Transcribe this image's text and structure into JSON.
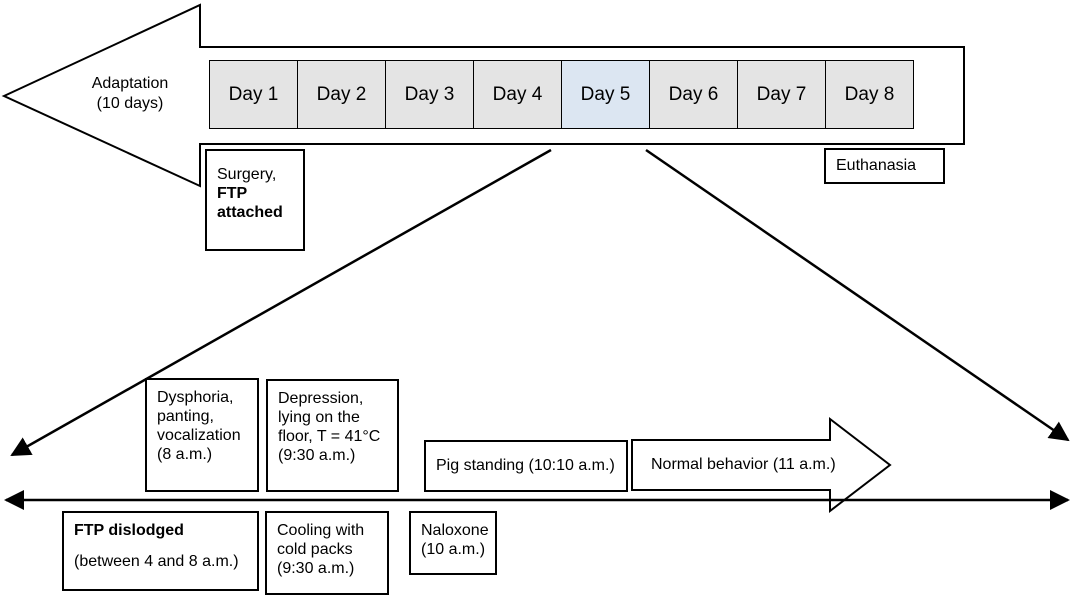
{
  "adaptation": {
    "line1": "Adaptation",
    "line2": "(10 days)"
  },
  "days": [
    {
      "label": "Day 1"
    },
    {
      "label": "Day 2"
    },
    {
      "label": "Day 3"
    },
    {
      "label": "Day 4"
    },
    {
      "label": "Day 5"
    },
    {
      "label": "Day 6"
    },
    {
      "label": "Day 7"
    },
    {
      "label": "Day 8"
    }
  ],
  "highlight_color": "#dce6f2",
  "day_fill_color": "#e4e4e4",
  "surgery": {
    "line1": "Surgery,",
    "line2": "FTP",
    "line3": "attached"
  },
  "euthanasia": "Euthanasia",
  "events_above": {
    "dysphoria": [
      "Dysphoria,",
      "panting,",
      "vocalization",
      "(8 a.m.)"
    ],
    "depression": [
      "Depression,",
      "lying on the",
      "floor, T = 41°C",
      "(9:30 a.m.)"
    ],
    "pig_standing": "Pig standing (10:10 a.m.)",
    "normal_behavior": "Normal behavior (11 a.m.)"
  },
  "events_below": {
    "ftp_dislodged_title": "FTP dislodged",
    "ftp_dislodged_time": "(between 4 and 8 a.m.)",
    "cooling": [
      "Cooling with",
      "cold packs",
      "(9:30 a.m.)"
    ],
    "naloxone": [
      "Naloxone",
      "(10 a.m.)"
    ]
  }
}
